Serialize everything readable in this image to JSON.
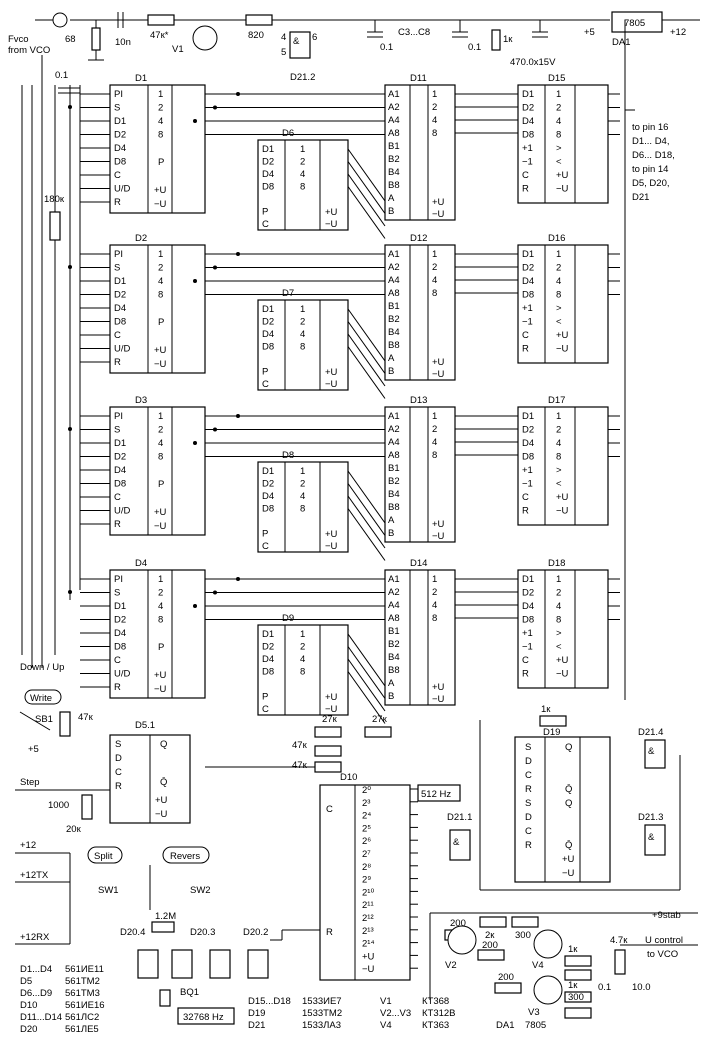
{
  "top": {
    "fvco_label": "Fvco",
    "fvco_sub": "from VCO",
    "r68": "68",
    "c10n": "10n",
    "r47k": "47к*",
    "v1": "V1",
    "r820": "820",
    "c_range": "C3...C8",
    "c01a": "0.1",
    "c01b": "0.1",
    "r1k": "1к",
    "plus5": "+5",
    "c470": "470.0x15V",
    "reg": "7805",
    "da1": "DA1",
    "plus12": "+12",
    "d21_2": "D21.2",
    "c01_left": "0.1"
  },
  "counters": [
    {
      "name": "D1"
    },
    {
      "name": "D2"
    },
    {
      "name": "D3"
    },
    {
      "name": "D4"
    }
  ],
  "registers": [
    {
      "name": "D6"
    },
    {
      "name": "D7"
    },
    {
      "name": "D8"
    },
    {
      "name": "D9"
    }
  ],
  "comparators": [
    {
      "name": "D11"
    },
    {
      "name": "D12"
    },
    {
      "name": "D13"
    },
    {
      "name": "D14"
    }
  ],
  "outcounters": [
    {
      "name": "D15"
    },
    {
      "name": "D16"
    },
    {
      "name": "D17"
    },
    {
      "name": "D18"
    }
  ],
  "counter_pins_left": [
    "PI",
    "S",
    "D1",
    "D2",
    "D4",
    "D8",
    "C",
    "U/D",
    "R"
  ],
  "counter_pins_right": [
    "1",
    "2",
    "4",
    "8",
    "P",
    "+U",
    "−U"
  ],
  "note_pins": [
    "to pin 16",
    "D1... D4,",
    "D6... D18,",
    "to pin 14",
    "D5, D20,",
    "D21"
  ],
  "r180k": "180к",
  "down_up": "Down / Up",
  "write": "Write",
  "sb1": "SB1",
  "r47k_b": "47к",
  "plus5_b": "+5",
  "d5_1": "D5.1",
  "step": "Step",
  "c1000": "1000",
  "r20k": "20к",
  "r27k_a": "27к",
  "r27k_b": "27к",
  "r47k_c": "47к",
  "r47k_d": "47к",
  "d10": "D10",
  "d10_outs": [
    "2⁰",
    "2³",
    "2⁴",
    "2⁵",
    "2⁶",
    "2⁷",
    "2⁸",
    "2⁹",
    "2¹⁰",
    "2¹¹",
    "2¹²",
    "2¹³",
    "2¹⁴",
    "+U",
    "−U"
  ],
  "freq512": "512 Hz",
  "d21_1": "D21.1",
  "d19": "D19",
  "d21_4": "D21.4",
  "d21_3": "D21.3",
  "r1k_b": "1к",
  "split": "Split",
  "revers": "Revers",
  "sw1": "SW1",
  "sw2": "SW2",
  "p12": "+12",
  "p12tx": "+12TX",
  "p12rx": "+12RX",
  "d20_4": "D20.4",
  "r1_2m": "1.2M",
  "d20_3": "D20.3",
  "d20_2": "D20.2",
  "bq1": "BQ1",
  "freq32": "32768 Hz",
  "p9stab": "+9stab",
  "ucontrol": "U control",
  "to_vco": "to VCO",
  "r200a": "200",
  "r2k": "2к",
  "r300a": "300",
  "r200b": "200",
  "r200c": "200",
  "r1k_c": "1к",
  "r1k_d": "1к",
  "r300b": "300",
  "r4_7k": "4.7к",
  "c01_c": "0.1",
  "c10": "10.0",
  "v2": "V2",
  "v3": "V3",
  "v4": "V4",
  "parts": [
    [
      "D1...D4",
      "561ИЕ11"
    ],
    [
      "D5",
      "561ТМ2"
    ],
    [
      "D6...D9",
      "561ТМ3"
    ],
    [
      "D10",
      "561ИЕ16"
    ],
    [
      "D11...D14",
      "561ЛС2"
    ],
    [
      "D20",
      "561ЛЕ5"
    ]
  ],
  "parts2": [
    [
      "D15...D18",
      "1533ИЕ7"
    ],
    [
      "D19",
      "1533ТМ2"
    ],
    [
      "D21",
      "1533ЛА3"
    ]
  ],
  "parts3": [
    [
      "V1",
      "КТ368"
    ],
    [
      "V2...V3",
      "КТ312В"
    ],
    [
      "V4",
      "КТ363"
    ]
  ],
  "parts4": [
    "DA1",
    "7805"
  ]
}
